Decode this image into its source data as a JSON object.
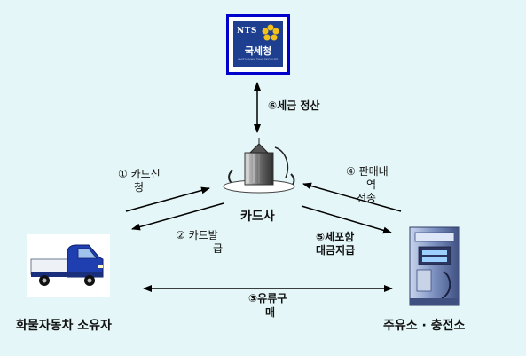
{
  "logo": {
    "abbr": "NTS",
    "name_ko": "국세청",
    "name_en": "NATIONAL TAX SERVICE",
    "border_color": "#0000cc",
    "bg_color": "#1e3f8f"
  },
  "nodes": {
    "card_company": "카드사",
    "truck_owner": "화물자동차 소유자",
    "gas_station": "주유소 · 충전소"
  },
  "steps": {
    "s1": {
      "line1": "① 카드신",
      "line2": "청"
    },
    "s2": {
      "line1": "② 카드발",
      "line2": "급"
    },
    "s3": {
      "line1": "③유류구",
      "line2": "매"
    },
    "s4": {
      "line1": "④ 판매내",
      "line2": "역",
      "line3": "전송"
    },
    "s5": {
      "line1": "⑤세포함",
      "line2": "대금지급"
    },
    "s6": {
      "label": "⑥세금 정산"
    }
  },
  "colors": {
    "background": "#e4f6f7",
    "arrow": "#000000",
    "truck": "#1f3fb0",
    "pump": "#5a6fa0"
  }
}
